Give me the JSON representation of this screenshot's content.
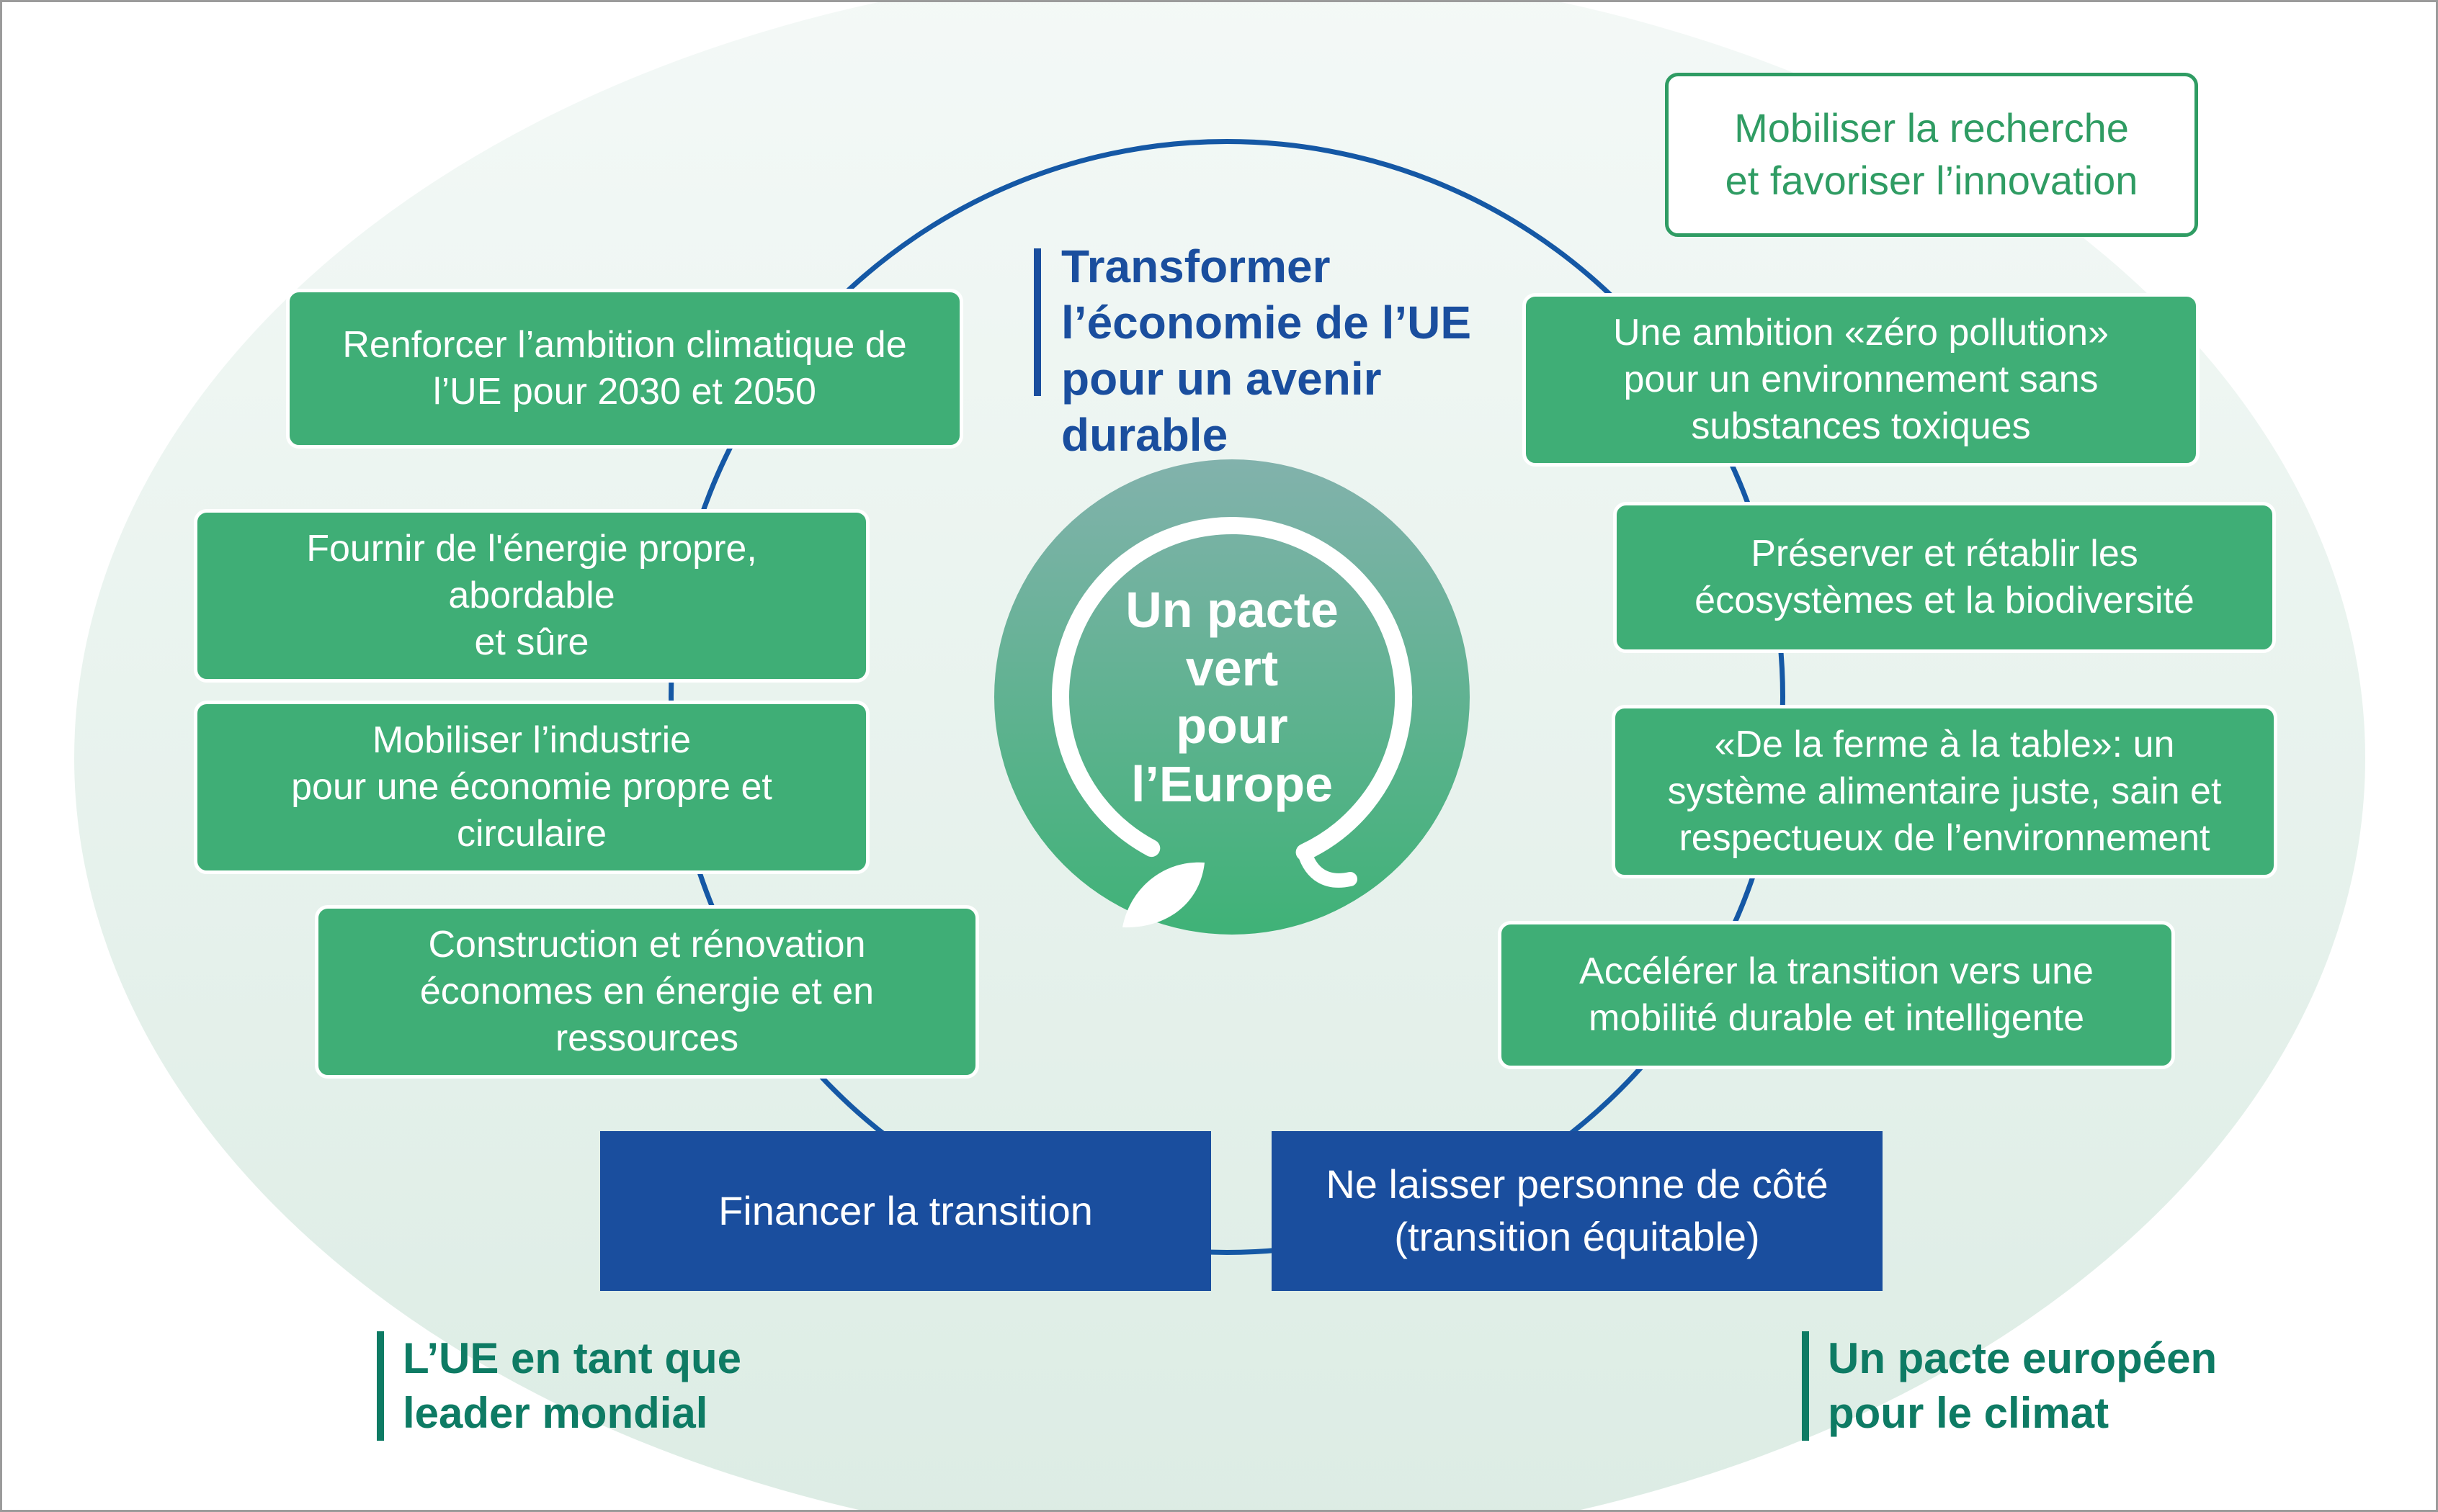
{
  "colors": {
    "green_box": "#3fae76",
    "blue_box": "#1a4e9e",
    "circle_stroke": "#1558a5",
    "heading_blue": "#1a4e9e",
    "teal_text": "#0e7b64",
    "research_green": "#2f9c63",
    "center_gradient_top": "#82b2ac",
    "center_gradient_bottom": "#3fb277",
    "ellipse_top": "#f4f9f7",
    "ellipse_bottom": "#dcece4"
  },
  "center": {
    "lines": [
      "Un pacte",
      "vert",
      "pour",
      "l’Europe"
    ]
  },
  "heading": {
    "lines": [
      "Transformer",
      "l’économie de l’UE",
      "pour un avenir",
      "durable"
    ]
  },
  "research_box": {
    "lines": [
      "Mobiliser la recherche",
      "et favoriser l’innovation"
    ]
  },
  "left_boxes": [
    {
      "lines": [
        "Renforcer l’ambition climatique de",
        "l’UE pour 2030 et 2050"
      ]
    },
    {
      "lines": [
        "Fournir de l'énergie propre,",
        "abordable",
        "et sûre"
      ]
    },
    {
      "lines": [
        "Mobiliser l’industrie",
        "pour une économie propre et",
        "circulaire"
      ]
    },
    {
      "lines": [
        "Construction et rénovation",
        "économes en énergie et en",
        "ressources"
      ]
    }
  ],
  "right_boxes": [
    {
      "lines": [
        "Une ambition «zéro pollution»",
        "pour un environnement sans",
        "substances toxiques"
      ]
    },
    {
      "lines": [
        "Préserver et rétablir les",
        "écosystèmes et la biodiversité"
      ]
    },
    {
      "lines": [
        "«De la ferme à la table»: un",
        "système alimentaire juste, sain et",
        "respectueux de l’environnement"
      ]
    },
    {
      "lines": [
        "Accélérer la transition vers une",
        "mobilité durable et intelligente"
      ]
    }
  ],
  "bottom_boxes": [
    {
      "lines": [
        "Financer la transition"
      ]
    },
    {
      "lines": [
        "Ne laisser personne de côté",
        "(transition équitable)"
      ]
    }
  ],
  "footers": {
    "left": {
      "lines": [
        "L’UE en tant que",
        "leader mondial"
      ]
    },
    "right": {
      "lines": [
        "Un pacte européen",
        "pour le climat"
      ]
    }
  }
}
